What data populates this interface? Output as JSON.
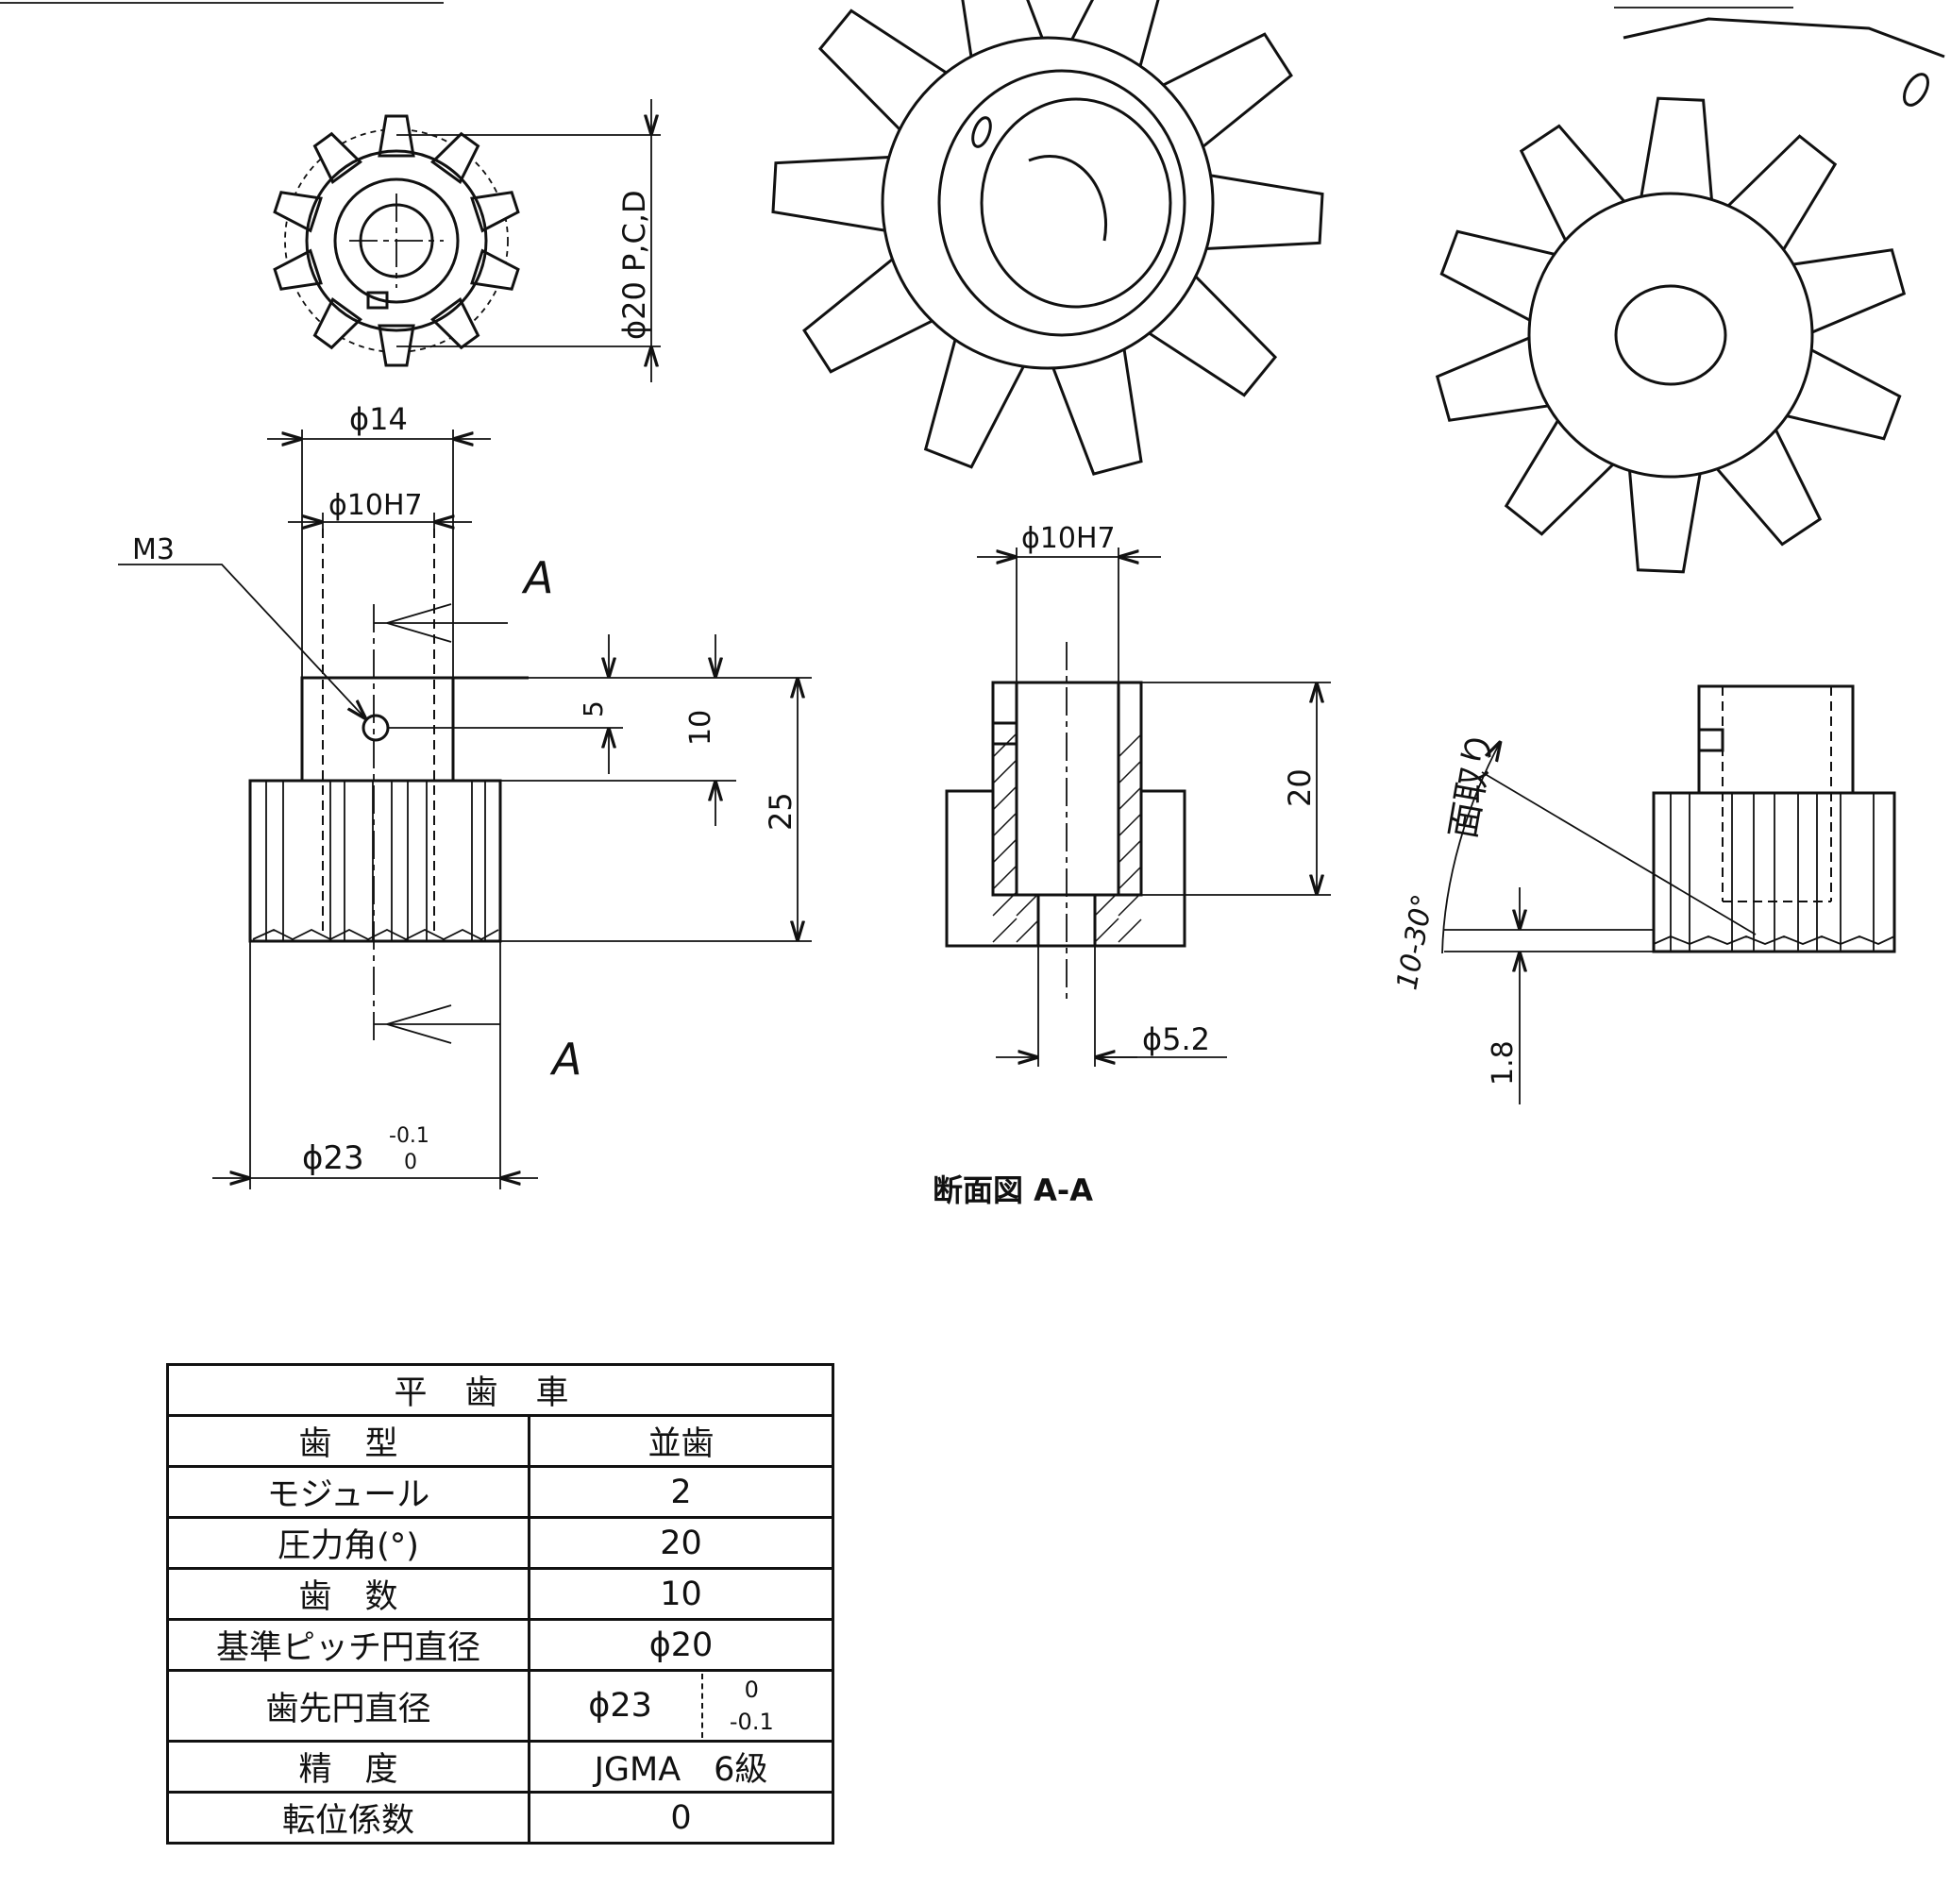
{
  "views": {
    "front": {
      "pcd_label": "ϕ20 P,C,D",
      "hub_dia": "ϕ14",
      "bore": "ϕ10H7",
      "tap": "M3",
      "section_mark": "A",
      "dim_5": "5",
      "dim_10": "10",
      "dim_25": "25",
      "tip_dia": "ϕ23",
      "tip_tol_upper": "-0.1",
      "tip_tol_lower": "0"
    },
    "section": {
      "bore": "ϕ10H7",
      "depth": "20",
      "hole": "ϕ5.2",
      "caption": "断面図 A-A"
    },
    "chamfer": {
      "label": "面取り",
      "angle": "10-30°",
      "size": "1.8"
    }
  },
  "spec_table": {
    "title": "平歯車",
    "rows": [
      {
        "label": "歯　型",
        "value": "並歯"
      },
      {
        "label": "モジュール",
        "value": "2"
      },
      {
        "label": "圧力角(°)",
        "value": "20"
      },
      {
        "label": "歯　数",
        "value": "10"
      },
      {
        "label": "基準ピッチ円直径",
        "value": "ϕ20"
      },
      {
        "label": "歯先円直径",
        "value": "ϕ23",
        "tol_upper": "0",
        "tol_lower": "-0.1"
      },
      {
        "label": "精　度",
        "value": "JGMA　6級"
      },
      {
        "label": "転位係数",
        "value": "0"
      }
    ]
  }
}
